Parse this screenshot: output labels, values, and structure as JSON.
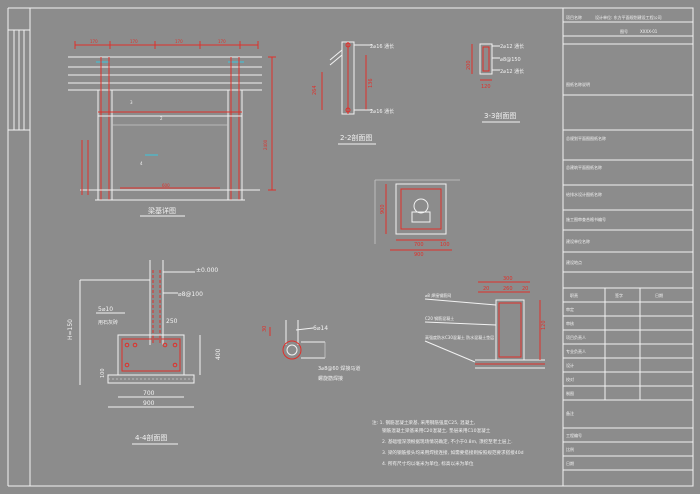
{
  "views": {
    "elevation": {
      "caption": "梁基详图",
      "total_width_dim": "600",
      "height_dim": "2400",
      "top_labels": [
        "170",
        "170",
        "170",
        "170"
      ]
    },
    "section_2_2": {
      "caption": "2-2剖面图",
      "rebar_top": "2⌀16 通长",
      "rebar_bottom": "2⌀16 通长",
      "dim_264": "264",
      "dim_136": "136"
    },
    "section_3_3": {
      "caption": "3-3剖面图",
      "rebar_top": "2⌀12 通长",
      "stirrup": "⌀8@150",
      "rebar_bottom": "2⌀12 通长",
      "dim_200": "200",
      "dim_120": "120"
    },
    "plan_box": {
      "dim_700": "700",
      "dim_900": "900",
      "dim_side": "900"
    },
    "section_4_4": {
      "caption": "4-4剖面图",
      "elevation_mark": "±0.000",
      "stirrup": "⌀8@100",
      "bar_5": "5⌀10",
      "note_left": "用石灰砖",
      "dim_250": "250",
      "dim_400": "400",
      "dim_100": "100",
      "dim_700": "700",
      "dim_900": "900",
      "dim_h": "H=150"
    },
    "ring_detail": {
      "rebar": "6⌀14",
      "spiral": "3⌀8@60 焊接马道",
      "spiral2": "螺旋筋焊接"
    },
    "pile_cap": {
      "dims_top": "300",
      "dims_mid": [
        "20",
        "260",
        "20"
      ],
      "dim_120": "120",
      "labels": [
        "⌀8 焊接钢筋网",
        "C20 钢筋混凝土",
        "高强度防水C30混凝土 防水混凝土垫层"
      ]
    }
  },
  "notes": {
    "n1": "注: 1. 钢筋混凝土梁基, 采用钢筋强度C25, 混凝土,",
    "n1b": "钢筋混凝土梁基采用C20混凝土, 垫层采用C10混凝土",
    "n2": "2. 基础埋深须根据现场情况确定, 不小于0.8m, 须挖至老土层上.",
    "n3": "3. 梁的钢筋接头均采用焊接连接, 如需要搭接则按照规范要求搭接40d",
    "n4": "4. 所有尺寸均以毫米为单位, 标高以米为单位"
  },
  "title_block": {
    "project_label": "项目名称",
    "design_unit": "设计单位: 东方平面规划建设工程公司",
    "drawing_no_label": "图号",
    "drawing_no": "XXXX-01",
    "rows": [
      "图纸名称说明",
      "总规划平面图图纸名称",
      "总建筑平面图纸名称",
      "给排水设计图纸名称",
      "施工图审查合格书编号",
      "建设单位名称",
      "建设地点"
    ],
    "sign_header": [
      "职责",
      "签字",
      "日期"
    ],
    "sign_rows": [
      "审定",
      "审核",
      "项目负责人",
      "专业负责人",
      "设计",
      "校对",
      "制图"
    ],
    "bottom_rows": [
      "备注",
      "工程编号",
      "比例",
      "日期"
    ]
  }
}
